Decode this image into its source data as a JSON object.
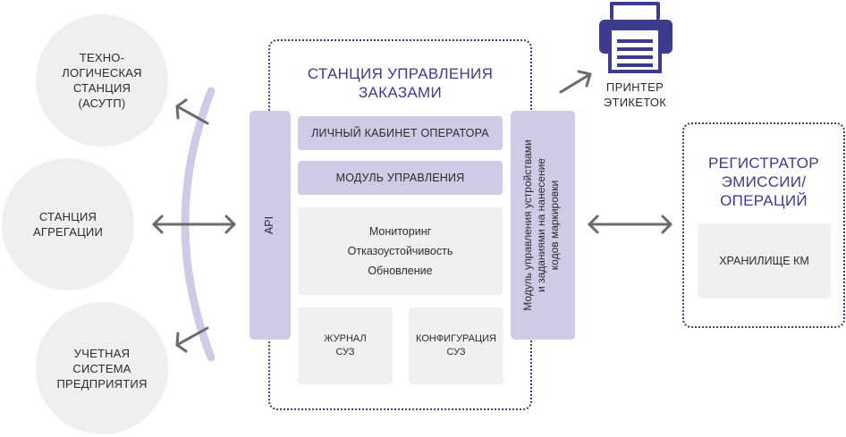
{
  "left_nodes": {
    "tech_station": "ТЕХНО-\nЛОГИЧЕСКАЯ\nСТАНЦИЯ\n(АСУТП)",
    "aggregation_station": "СТАНЦИЯ\nАГРЕГАЦИИ",
    "erp": "УЧЕТНАЯ\nСИСТЕМА\nПРЕДПРИЯТИЯ"
  },
  "station": {
    "title": "СТАНЦИЯ УПРАВЛЕНИЯ\nЗАКАЗАМИ",
    "api": "API",
    "operator_cabinet": "ЛИЧНЫЙ КАБИНЕТ ОПЕРАТОРА",
    "control_module": "МОДУЛЬ УПРАВЛЕНИЯ",
    "features": [
      "Мониторинг",
      "Отказоустойчивость",
      "Обновление"
    ],
    "journal": "ЖУРНАЛ\nСУЗ",
    "config": "КОНФИГУРАЦИЯ\nСУЗ",
    "device_module": "Модуль управления устройствами\nи заданиями на нанесение\nкодов маркировки"
  },
  "printer": {
    "label": "ПРИНТЕР\nЭТИКЕТОК",
    "icon": "printer-icon"
  },
  "registrar": {
    "title": "РЕГИСТРАТОР\nЭМИССИИ/\nОПЕРАЦИЙ",
    "storage": "ХРАНИЛИЩЕ КМ"
  },
  "colors": {
    "accent": "#3d3b8e",
    "lavender": "#cdcbe6",
    "grey_fill": "#f0f0f0",
    "arrow": "#6b6b6b"
  }
}
